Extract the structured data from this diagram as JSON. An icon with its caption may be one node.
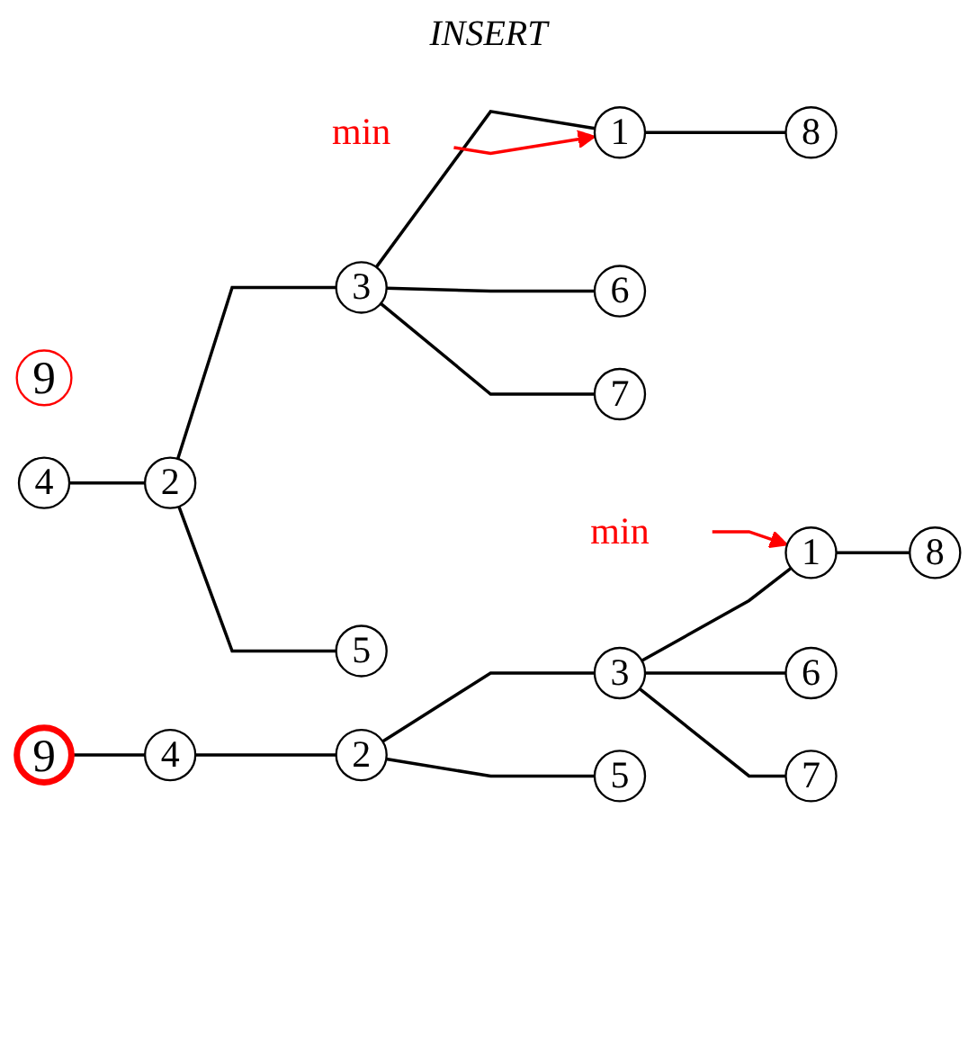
{
  "diagram": {
    "nodes": [
      {
        "text": [
          "9"
        ]
      },
      {
        "text": [
          "4"
        ]
      },
      {
        "text": [
          "2"
        ]
      },
      {
        "text": [
          "3"
        ]
      },
      {
        "text": [
          "1"
        ]
      },
      {
        "text": [
          "min"
        ]
      },
      {
        "text": [
          "5"
        ]
      },
      {
        "text": [
          "6"
        ]
      },
      {
        "text": [
          "7"
        ]
      },
      {
        "text": [
          "8"
        ]
      },
      {
        "text": [
          "min"
        ]
      },
      {
        "text": [
          "9"
        ]
      },
      {
        "text": [
          "4"
        ]
      },
      {
        "text": [
          "2"
        ]
      },
      {
        "text": [
          "3"
        ]
      },
      {
        "text": [
          "1"
        ]
      },
      {
        "text": [
          "5"
        ]
      },
      {
        "text": [
          "6"
        ]
      },
      {
        "text": [
          "7"
        ]
      },
      {
        "text": [
          "8"
        ]
      }
    ],
    "edges": [
      {
        "from": 1,
        "to": 2,
        "arrow": "none"
      },
      {
        "from": 2,
        "to": 3,
        "arrow": "none"
      },
      {
        "from": 3,
        "to": 4,
        "arrow": "none"
      },
      {
        "from": 5,
        "to": 4,
        "arrow": "to",
        "color": "#ff0000"
      },
      {
        "from": 2,
        "to": 6,
        "arrow": "none"
      },
      {
        "from": 3,
        "to": 7,
        "arrow": "none"
      },
      {
        "from": 3,
        "to": 8,
        "arrow": "none"
      },
      {
        "from": 4,
        "to": 9,
        "arrow": "none"
      },
      {
        "from": 10,
        "to": 15,
        "arrow": "to",
        "color": "#ff0000"
      },
      {
        "from": 11,
        "to": 12,
        "arrow": "none"
      },
      {
        "from": 12,
        "to": 13,
        "arrow": "none"
      },
      {
        "from": 13,
        "to": 14,
        "arrow": "none"
      },
      {
        "from": 14,
        "to": 15,
        "arrow": "none"
      },
      {
        "from": 13,
        "to": 16,
        "arrow": "none"
      },
      {
        "from": 14,
        "to": 17,
        "arrow": "none"
      },
      {
        "from": 14,
        "to": 18,
        "arrow": "none"
      },
      {
        "from": 15,
        "to": 19,
        "arrow": "none"
      }
    ],
    "labels": [
      "INSERT"
    ]
  }
}
